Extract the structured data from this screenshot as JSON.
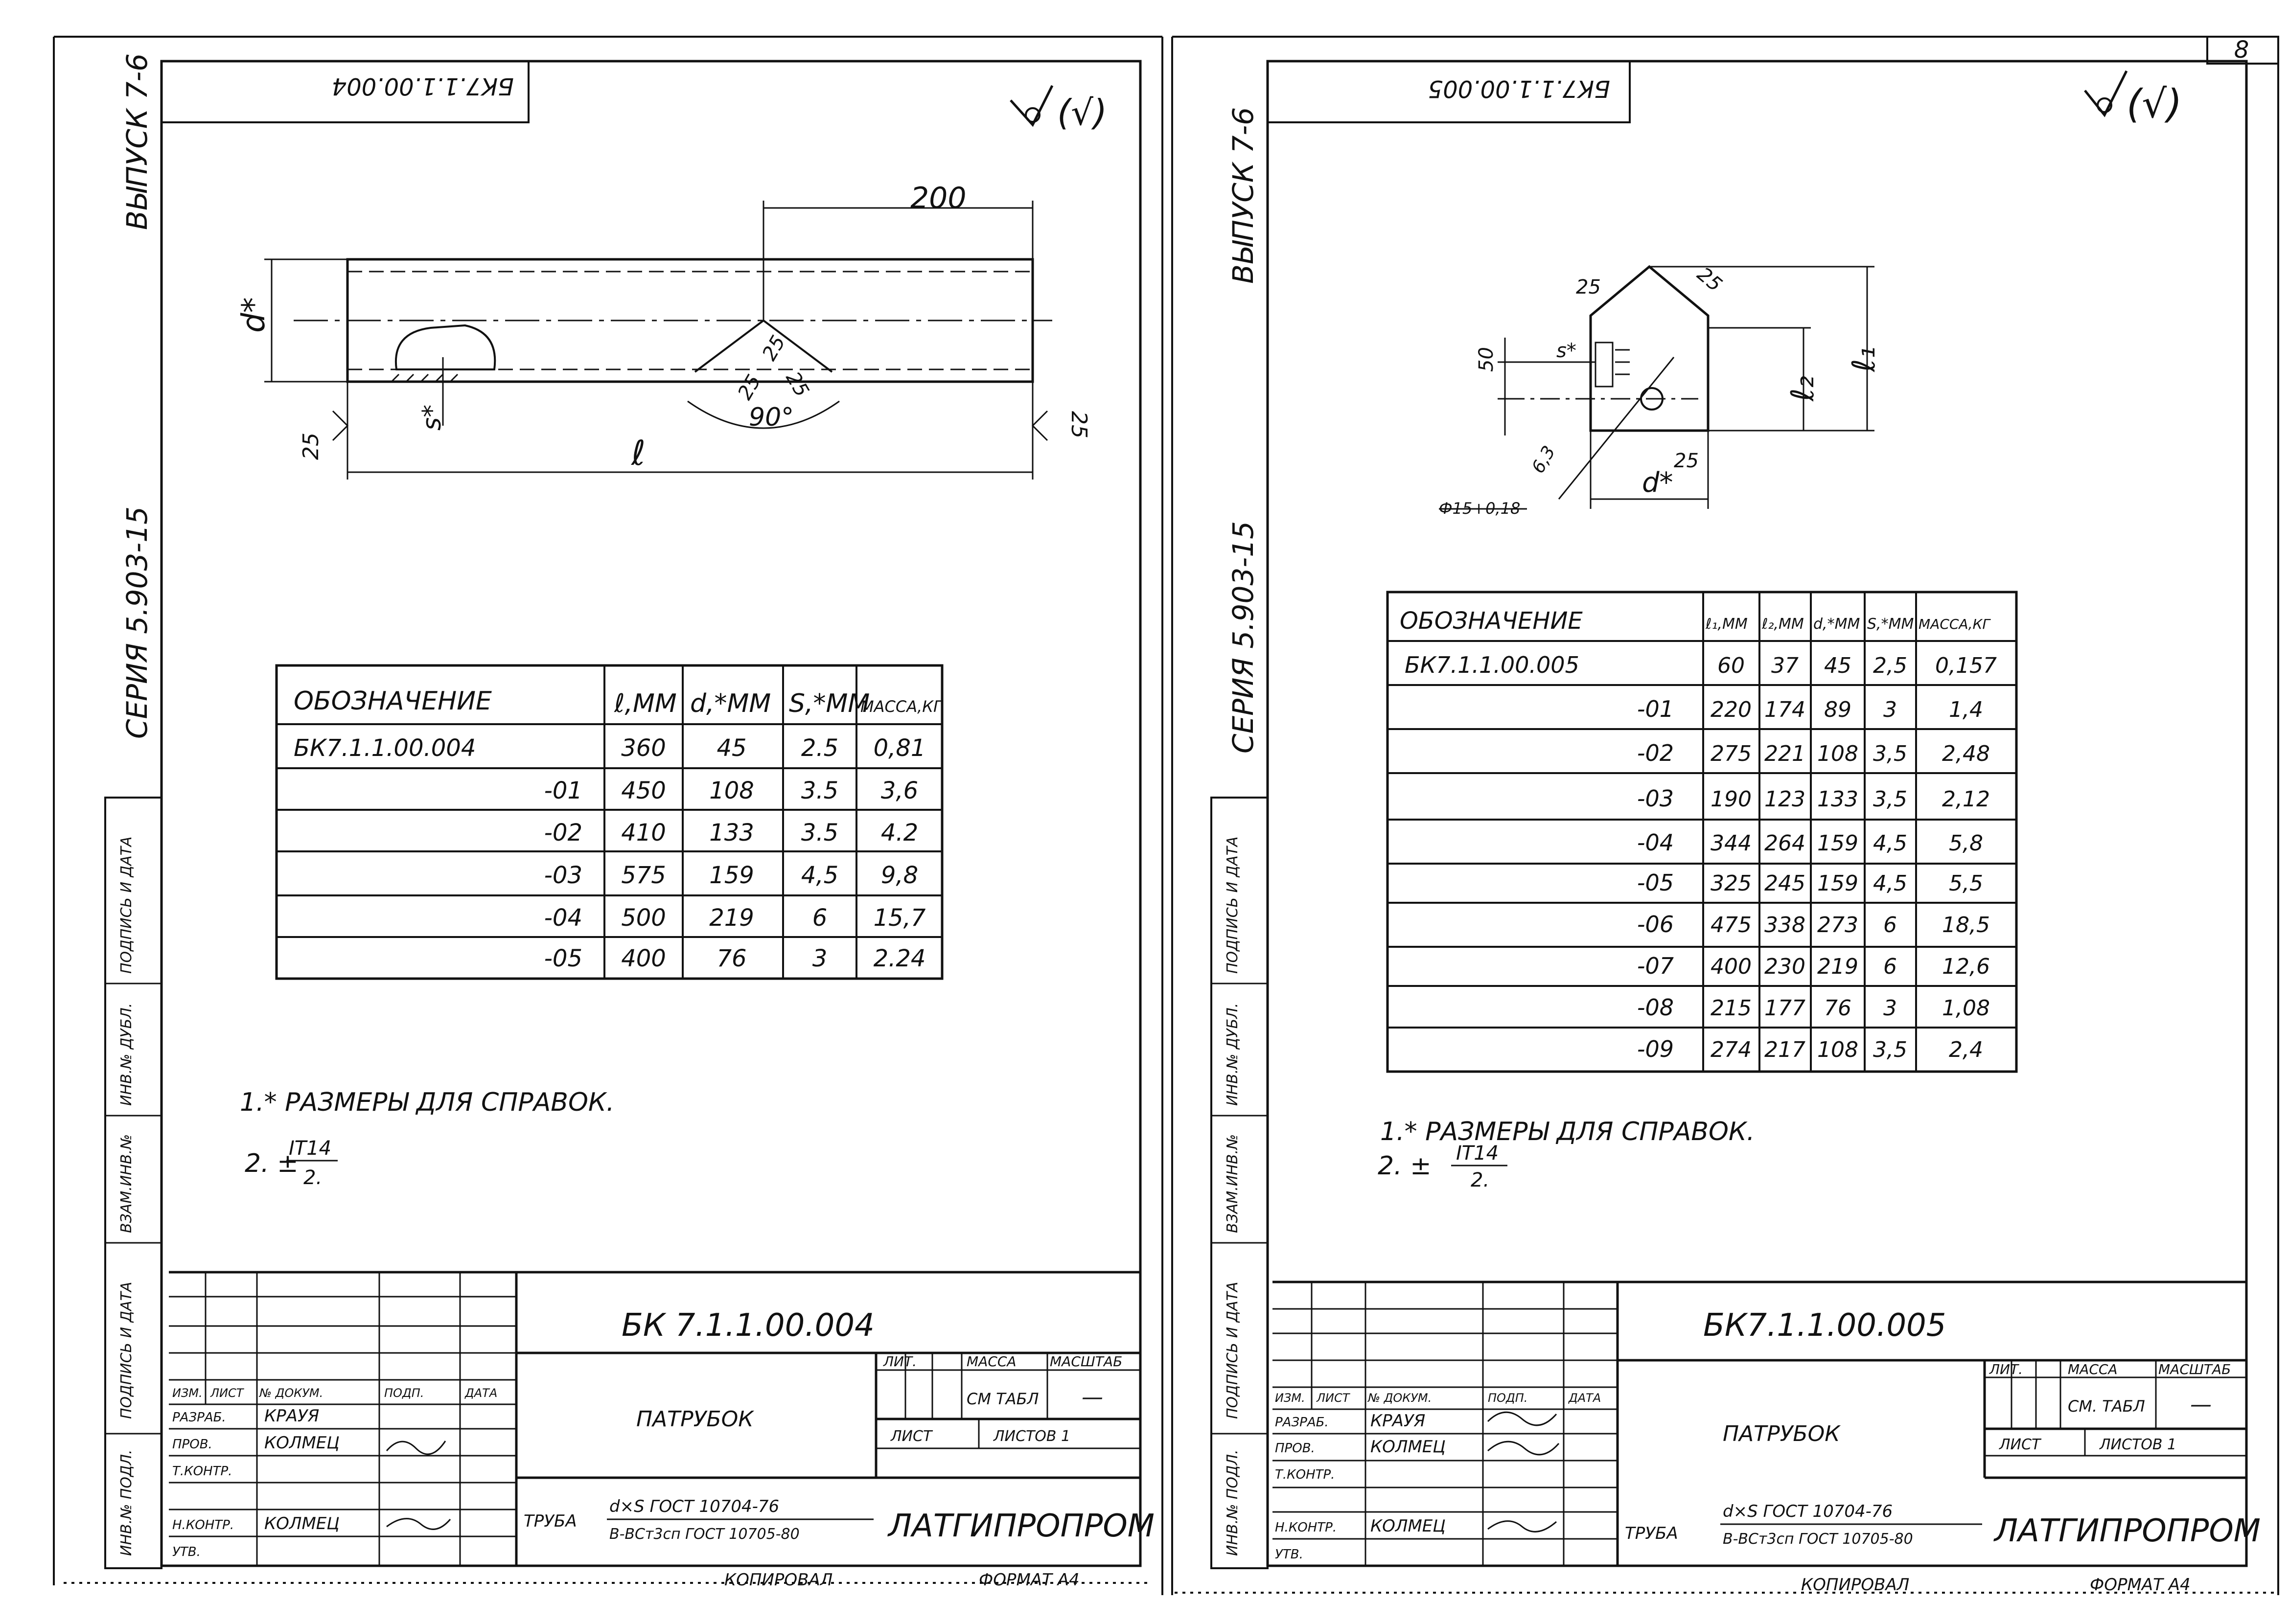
{
  "sheet_number": "8",
  "left_sheet": {
    "stamp_code": "БК7.1.1.00.004",
    "roughness": "(√)",
    "side_issue": "ВЫПУСК 7-6",
    "side_series": "СЕРИЯ 5.903-15",
    "dims": {
      "d": "d*",
      "l": "ℓ",
      "s": "s*",
      "len200": "200",
      "angle": "90°",
      "r25a": "25",
      "r25b": "25",
      "r25c": "25",
      "r25d": "25",
      "r25e": "25"
    },
    "table": {
      "headers": [
        "ОБОЗНАЧЕНИЕ",
        "ℓ,ММ",
        "d,*ММ",
        "S,*ММ",
        "МАССА,КГ"
      ],
      "rows": [
        [
          "БК7.1.1.00.004",
          "360",
          "45",
          "2.5",
          "0,81"
        ],
        [
          "-01",
          "450",
          "108",
          "3.5",
          "3,6"
        ],
        [
          "-02",
          "410",
          "133",
          "3.5",
          "4.2"
        ],
        [
          "-03",
          "575",
          "159",
          "4,5",
          "9,8"
        ],
        [
          "-04",
          "500",
          "219",
          "6",
          "15,7"
        ],
        [
          "-05",
          "400",
          "76",
          "3",
          "2.24"
        ]
      ]
    },
    "notes": [
      "1.* РАЗМЕРЫ ДЛЯ СПРАВОК.",
      "2. ±",
      "IT14",
      "2."
    ],
    "title_block": {
      "code": "БК 7.1.1.00.004",
      "name": "ПАТРУБОК",
      "lit": "ЛИТ.",
      "mass": "МАССА",
      "scale": "МАСШТАБ",
      "mass_val": "СМ ТАБЛ",
      "scale_val": "—",
      "sheet": "ЛИСТ",
      "sheets": "ЛИСТОВ 1",
      "material_prefix": "ТРУБА",
      "material_top": "d×S ГОСТ 10704-76",
      "material_bottom": "В-ВСт3сп ГОСТ 10705-80",
      "org": "ЛАТГИПРОПРОМ",
      "roles": [
        "ИЗМ.",
        "ЛИСТ",
        "№ ДОКУМ.",
        "ПОДП.",
        "ДАТА",
        "РАЗРАБ.",
        "ПРОВ.",
        "Т.КОНТР.",
        "Н.КОНТР.",
        "УТВ."
      ],
      "names": [
        "КРАУЯ",
        "КОЛМЕЦ",
        "КОЛМЕЦ"
      ],
      "copied": "КОПИРОВАЛ",
      "format": "ФОРМАТ А4"
    },
    "left_strip": [
      "ИНВ.№ ПОДЛ.",
      "ПОДПИСЬ И ДАТА",
      "ВЗАМ.ИНВ.№",
      "ИНВ.№ ДУБЛ.",
      "ПОДПИСЬ И ДАТА"
    ]
  },
  "right_sheet": {
    "stamp_code": "БК7.1.1.00.005",
    "roughness": "(√)",
    "side_issue": "ВЫПУСК 7-6",
    "side_series": "СЕРИЯ 5.903-15",
    "dims": {
      "d": "d*",
      "l1": "ℓ₁",
      "l2": "ℓ₂",
      "s": "s*",
      "hole": "Ф15+0,18",
      "d50": "50",
      "d63": "6,3",
      "r25a": "25",
      "r25b": "25",
      "r25c": "25"
    },
    "table": {
      "headers": [
        "ОБОЗНАЧЕНИЕ",
        "ℓ₁,ММ",
        "ℓ₂,ММ",
        "d,*ММ",
        "S,*ММ",
        "МАССА,КГ"
      ],
      "rows": [
        [
          "БК7.1.1.00.005",
          "60",
          "37",
          "45",
          "2,5",
          "0,157"
        ],
        [
          "-01",
          "220",
          "174",
          "89",
          "3",
          "1,4"
        ],
        [
          "-02",
          "275",
          "221",
          "108",
          "3,5",
          "2,48"
        ],
        [
          "-03",
          "190",
          "123",
          "133",
          "3,5",
          "2,12"
        ],
        [
          "-04",
          "344",
          "264",
          "159",
          "4,5",
          "5,8"
        ],
        [
          "-05",
          "325",
          "245",
          "159",
          "4,5",
          "5,5"
        ],
        [
          "-06",
          "475",
          "338",
          "273",
          "6",
          "18,5"
        ],
        [
          "-07",
          "400",
          "230",
          "219",
          "6",
          "12,6"
        ],
        [
          "-08",
          "215",
          "177",
          "76",
          "3",
          "1,08"
        ],
        [
          "-09",
          "274",
          "217",
          "108",
          "3,5",
          "2,4"
        ]
      ]
    },
    "notes": [
      "1.* РАЗМЕРЫ ДЛЯ СПРАВОК.",
      "2. ±",
      "IT14",
      "2."
    ],
    "title_block": {
      "code": "БК7.1.1.00.005",
      "name": "ПАТРУБОК",
      "lit": "ЛИТ.",
      "mass": "МАССА",
      "scale": "МАСШТАБ",
      "mass_val": "СМ. ТАБЛ",
      "scale_val": "—",
      "sheet": "ЛИСТ",
      "sheets": "ЛИСТОВ 1",
      "material_prefix": "ТРУБА",
      "material_top": "d×S ГОСТ 10704-76",
      "material_bottom": "В-ВСт3сп ГОСТ 10705-80",
      "org": "ЛАТГИПРОПРОМ",
      "roles": [
        "ИЗМ.",
        "ЛИСТ",
        "№ ДОКУМ.",
        "ПОДП.",
        "ДАТА",
        "РАЗРАБ.",
        "ПРОВ.",
        "Т.КОНТР.",
        "Н.КОНТР.",
        "УТВ."
      ],
      "names": [
        "КРАУЯ",
        "КОЛМЕЦ",
        "КОЛМЕЦ"
      ],
      "copied": "КОПИРОВАЛ",
      "format": "ФОРМАТ А4"
    },
    "left_strip": [
      "ИНВ.№ ПОДЛ.",
      "ПОДПИСЬ И ДАТА",
      "ВЗАМ.ИНВ.№",
      "ИНВ.№ ДУБЛ.",
      "ПОДПИСЬ И ДАТА"
    ]
  }
}
